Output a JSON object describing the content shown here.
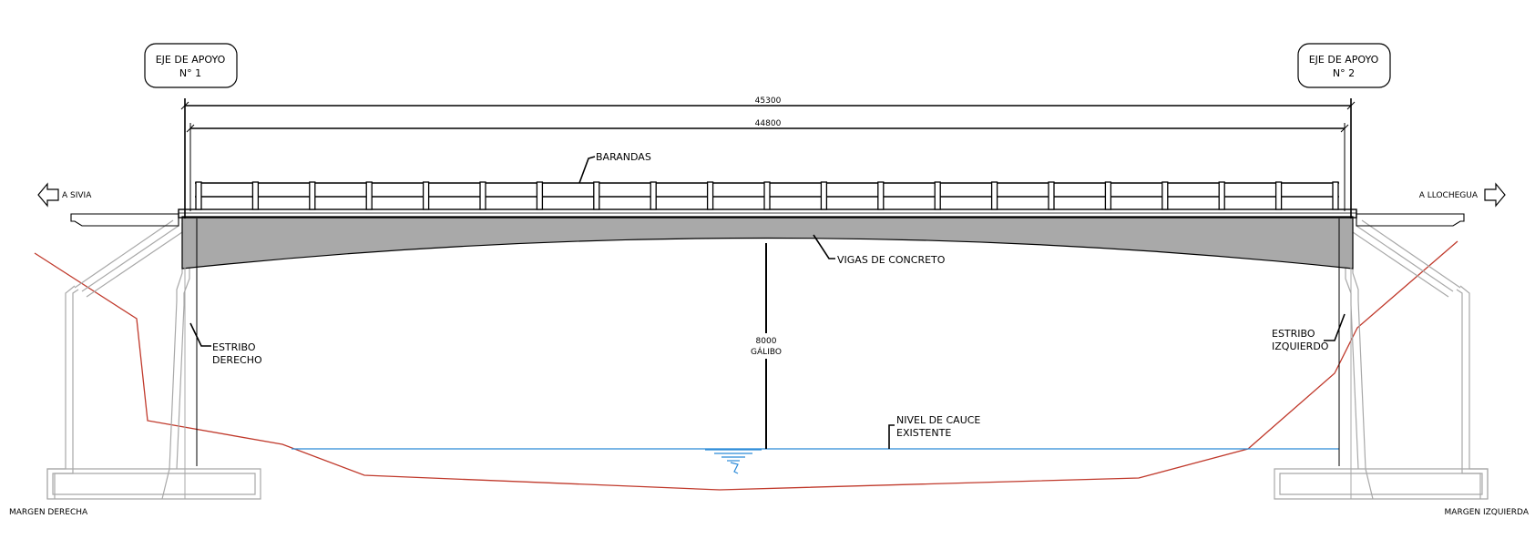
{
  "axes": {
    "axis1_line1": "EJE DE APOYO",
    "axis1_line2": "N° 1",
    "axis2_line1": "EJE DE APOYO",
    "axis2_line2": "N° 2"
  },
  "dimensions": {
    "overall": "45300",
    "inner": "44800",
    "clearance_value": "8000",
    "clearance_label": "GÁLIBO"
  },
  "labels": {
    "railings": "BARANDAS",
    "beams": "VIGAS DE CONCRETO",
    "abutment_right_1": "ESTRIBO",
    "abutment_right_2": "DERECHO",
    "abutment_left_1": "ESTRIBO",
    "abutment_left_2": "IZQUIERDO",
    "riverbed_1": "NIVEL DE CAUCE",
    "riverbed_2": "EXISTENTE",
    "to_left": "A SIVIA",
    "to_right": "A LLOCHEGUA",
    "bank_right": "MARGEN DERECHA",
    "bank_left": "MARGEN IZQUIERDA"
  },
  "colors": {
    "lines": "#000000",
    "structure_gray": "#a8a8a8",
    "beam_fill": "#a9a9a9",
    "terrain": "#c0392b",
    "water": "#2b8ad8"
  }
}
